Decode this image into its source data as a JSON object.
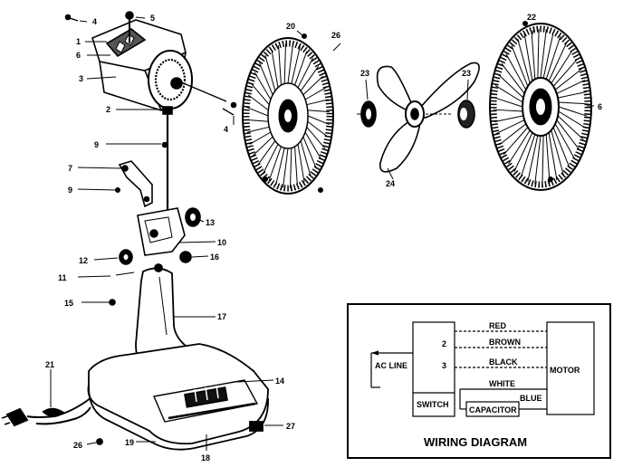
{
  "callouts": {
    "c1": "1",
    "c2": "2",
    "c3": "3",
    "c4a": "4",
    "c4b": "4",
    "c5": "5",
    "c6a": "6",
    "c6b": "6",
    "c7": "7",
    "c9a": "9",
    "c9b": "9",
    "c10": "10",
    "c11": "11",
    "c12": "12",
    "c13": "13",
    "c14": "14",
    "c15": "15",
    "c16": "16",
    "c17": "17",
    "c18": "18",
    "c19": "19",
    "c20": "20",
    "c21": "21",
    "c22": "22",
    "c23a": "23",
    "c23b": "23",
    "c24": "24",
    "c26a": "26",
    "c26b": "26",
    "c27": "27"
  },
  "wiring": {
    "title": "WIRING DIAGRAM",
    "ac_line": "AC LINE",
    "switch": "SWITCH",
    "motor": "MOTOR",
    "capacitor": "CAPACITOR",
    "pos2": "2",
    "pos3": "3",
    "wires": {
      "red": "RED",
      "brown": "BROWN",
      "black": "BLACK",
      "white": "WHITE",
      "blue": "BLUE"
    }
  }
}
